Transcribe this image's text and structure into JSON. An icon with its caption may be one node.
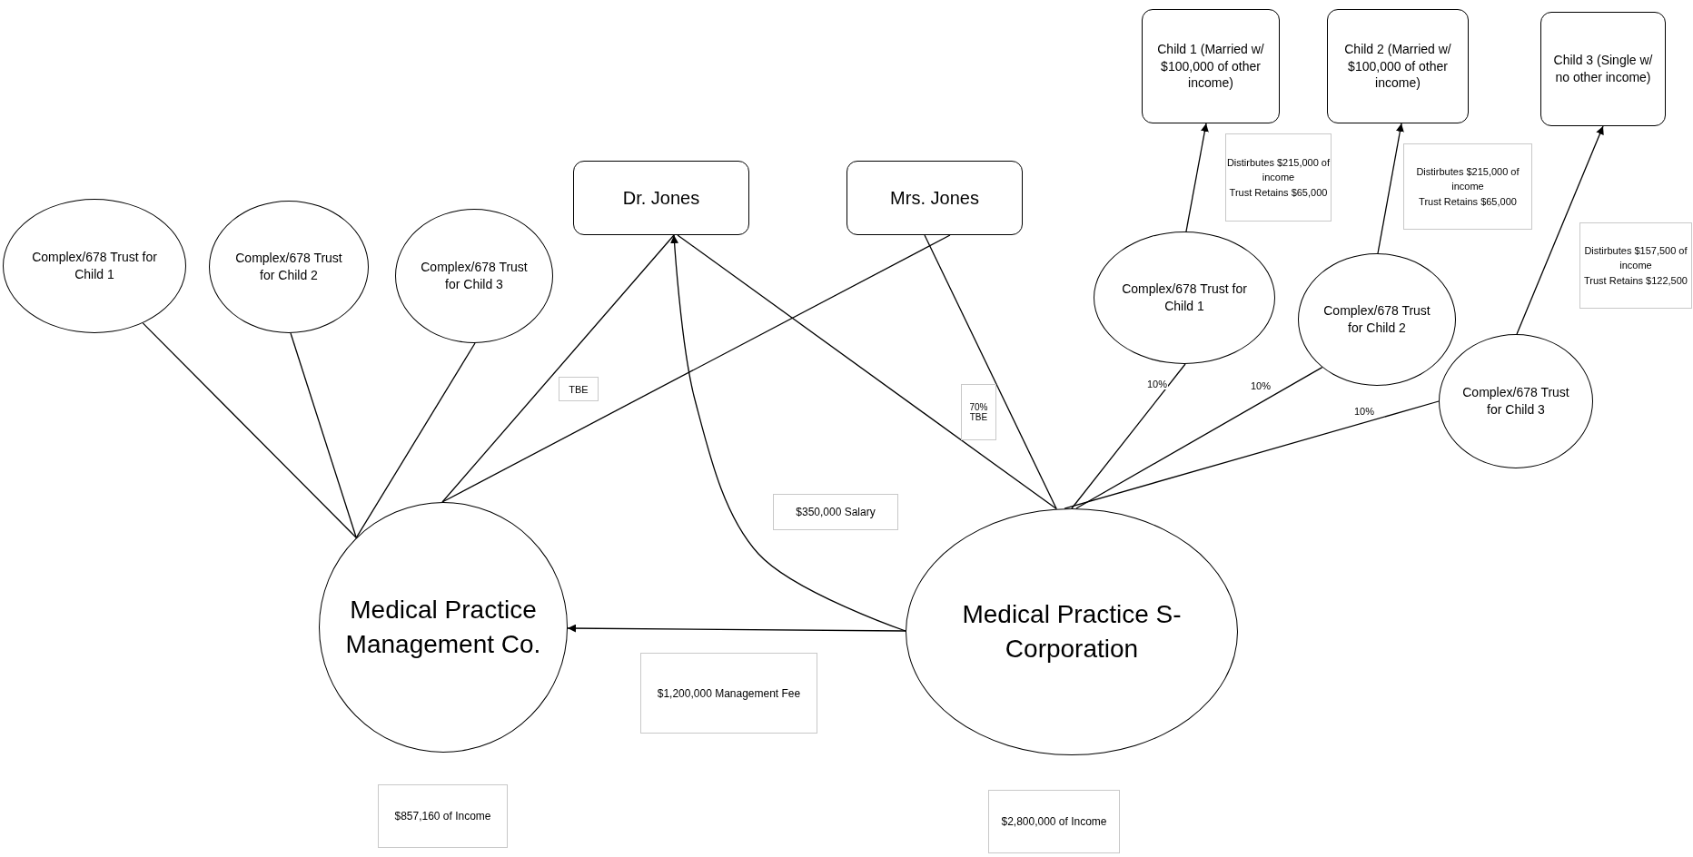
{
  "diagram": {
    "nodes": [
      {
        "text": [
          "Dr. Jones"
        ]
      },
      {
        "text": [
          "Mrs. Jones"
        ]
      },
      {
        "text": [
          "Child 1 (Married w/ $100,000 of other income)"
        ]
      },
      {
        "text": [
          "Child 2 (Married w/ $100,000 of other income)"
        ]
      },
      {
        "text": [
          "Child 3 (Single w/ no other income)"
        ]
      },
      {
        "text": [
          "Complex/678 Trust for Child 1"
        ]
      },
      {
        "text": [
          "Complex/678 Trust for Child 2"
        ]
      },
      {
        "text": [
          "Complex/678 Trust for Child 3"
        ]
      },
      {
        "text": [
          "Complex/678 Trust for Child 1"
        ]
      },
      {
        "text": [
          "Complex/678 Trust for Child 2"
        ]
      },
      {
        "text": [
          "Complex/678 Trust for Child 3"
        ]
      },
      {
        "text": [
          "Medical Practice Management Co."
        ]
      },
      {
        "text": [
          "Medical Practice S-Corporation"
        ]
      }
    ],
    "edges": [
      {
        "from": 5,
        "to": 11,
        "arrow": "none"
      },
      {
        "from": 6,
        "to": 11,
        "arrow": "none"
      },
      {
        "from": 7,
        "to": 11,
        "arrow": "none"
      },
      {
        "from": 0,
        "to": 11,
        "arrow": "none"
      },
      {
        "from": 1,
        "to": 11,
        "arrow": "none"
      },
      {
        "from": 0,
        "to": 12,
        "arrow": "none"
      },
      {
        "from": 1,
        "to": 12,
        "arrow": "none"
      },
      {
        "from": 12,
        "to": 0,
        "arrow": "to"
      },
      {
        "from": 12,
        "to": 11,
        "arrow": "to"
      },
      {
        "from": 8,
        "to": 12,
        "arrow": "none",
        "label": "10%"
      },
      {
        "from": 9,
        "to": 12,
        "arrow": "none",
        "label": "10%"
      },
      {
        "from": 10,
        "to": 12,
        "arrow": "none",
        "label": "10%"
      },
      {
        "from": 8,
        "to": 2,
        "arrow": "to"
      },
      {
        "from": 9,
        "to": 3,
        "arrow": "to"
      },
      {
        "from": 10,
        "to": 4,
        "arrow": "to"
      }
    ],
    "labels": [
      "Distirbutes $215,000 of income",
      "Trust Retains $65,000",
      "Distirbutes $215,000 of income",
      "Trust Retains $65,000",
      "Distirbutes $157,500 of income",
      "Trust Retains $122,500",
      "TBE",
      "70% TBE",
      "$350,000 Salary",
      "$1,200,000 Management Fee",
      "$857,160 of Income",
      "$2,800,000 of Income"
    ]
  }
}
